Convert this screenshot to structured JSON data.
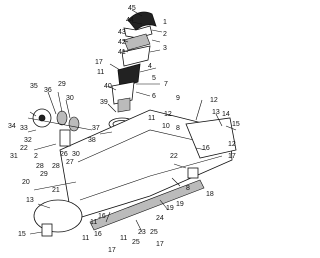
{
  "diagram": {
    "callouts": [
      "45",
      "44",
      "1",
      "43",
      "2",
      "42",
      "3",
      "41",
      "17",
      "11",
      "4",
      "40",
      "5",
      "7",
      "39",
      "6",
      "12",
      "13",
      "36",
      "35",
      "29",
      "30",
      "14",
      "15",
      "34",
      "33",
      "37",
      "32",
      "38",
      "22",
      "31",
      "2",
      "28",
      "26",
      "27",
      "30",
      "21",
      "12",
      "16",
      "17",
      "18",
      "20",
      "13",
      "11",
      "19",
      "23",
      "25",
      "24",
      "8",
      "11",
      "17",
      "15",
      "11",
      "16",
      "9",
      "11",
      "12",
      "19",
      "17",
      "8",
      "10",
      "28",
      "29",
      "22",
      "25",
      "16"
    ]
  }
}
